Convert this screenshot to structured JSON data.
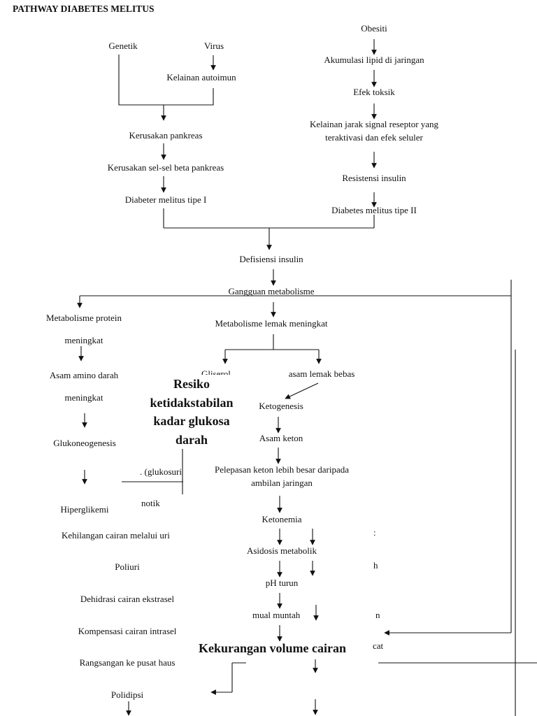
{
  "title": "PATHWAY DIABETES MELITUS",
  "left_top": {
    "genetik": "Genetik",
    "virus": "Virus",
    "autoimun": "Kelainan autoimun",
    "kerusakan_pankreas": "Kerusakan pankreas",
    "kerusakan_beta": "Kerusakan sel-sel beta pankreas",
    "dm_tipe1": "Diabeter melitus tipe I"
  },
  "right_top": {
    "obesiti": "Obesiti",
    "akumulasi": "Akumulasi lipid di jaringan",
    "efek_toksik": "Efek toksik",
    "kelainan_jarak_1": "Kelainan jarak signal reseptor yang",
    "kelainan_jarak_2": "teraktivasi dan efek seluler",
    "resistensi": "Resistensi insulin",
    "dm_tipe2": "Diabetes melitus tipe II"
  },
  "center": {
    "defisiensi": "Defisiensi insulin",
    "gangguan": "Gangguan metabolisme",
    "lemak": "Metabolisme lemak meningkat",
    "gliserol": "Gliserol",
    "asam_lemak": "asam lemak bebas",
    "ketogenesis": "Ketogenesis",
    "asam_keton": "Asam keton",
    "pelepasan_1": "Pelepasan keton lebih besar daripada",
    "pelepasan_2": "ambilan jaringan",
    "ketonemia": "Ketonemia",
    "asidosis": "Asidosis metabolik",
    "ph": "pH turun",
    "mual": "mual muntah"
  },
  "left_col": {
    "protein_1": "Metabolisme protein",
    "protein_2": "meningkat",
    "asam_amino_1": "Asam amino darah",
    "asam_amino_2": "meningkat",
    "glukoneogenesis": "Glukoneogenesis",
    "hiperglikemi": "Hiperglikemi",
    "kehilangan": "Kehilangan cairan melalui uri",
    "poliuri": "Poliuri",
    "dehidrasi": "Dehidrasi cairan ekstrasel",
    "kompensasi": "Kompensasi cairan intrasel",
    "rangsangan": "Rangsangan ke pusat haus",
    "polidipsi": "Polidipsi"
  },
  "overlay": {
    "resiko_1": "Resiko",
    "resiko_2": "ketidakstabilan",
    "resiko_3": "kadar glukosa",
    "resiko_4": "darah",
    "kekurangan": "Kekurangan volume cairan"
  },
  "fragments": {
    "glukosuri": ". (glukosuri",
    "notik": "notik",
    "f1": ":",
    "f2": "h",
    "f3": "n",
    "f4": "cat"
  }
}
